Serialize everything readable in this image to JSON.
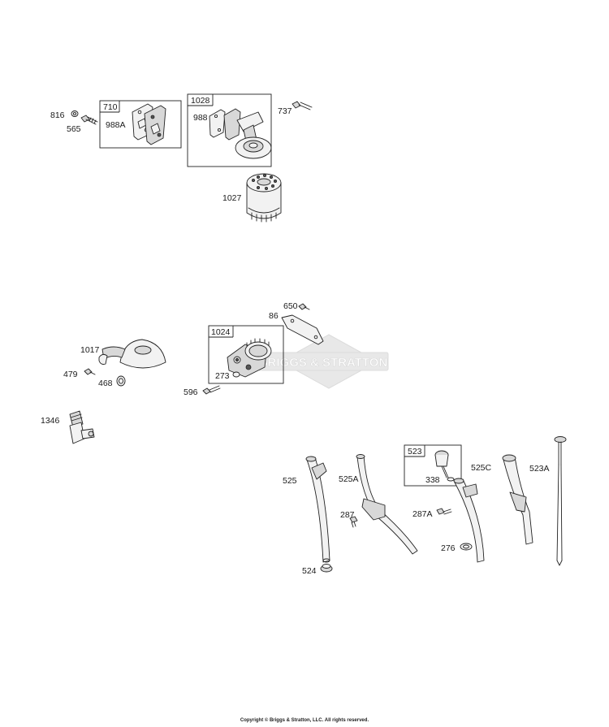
{
  "watermark": {
    "text": "BRIGGS & STRATTON"
  },
  "copyright": "Copyright © Briggs & Stratton, LLC. All rights reserved.",
  "labels": {
    "p816": "816",
    "p565": "565",
    "p710": "710",
    "p988A": "988A",
    "p1028": "1028",
    "p988": "988",
    "p737": "737",
    "p1027": "1027",
    "p650": "650",
    "p86": "86",
    "p1024": "1024",
    "p273": "273",
    "p1017": "1017",
    "p479": "479",
    "p468": "468",
    "p596": "596",
    "p1346": "1346",
    "p523": "523",
    "p338": "338",
    "p525": "525",
    "p525A": "525A",
    "p287": "287",
    "p287A": "287A",
    "p525C": "525C",
    "p523A": "523A",
    "p276": "276",
    "p524": "524"
  }
}
